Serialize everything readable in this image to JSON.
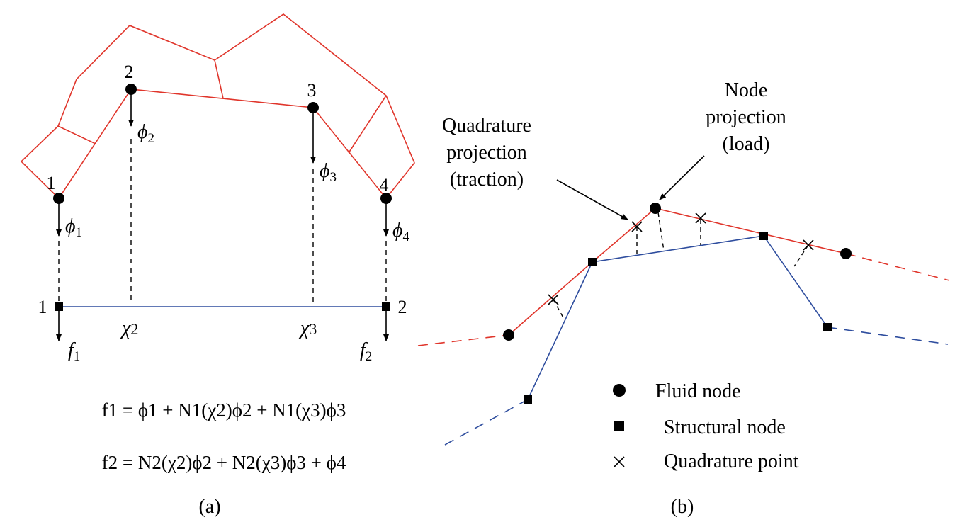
{
  "colors": {
    "fluid": "#e0352b",
    "structure": "#2e4d9e",
    "ink": "#000000"
  },
  "panel_a": {
    "fluid_node_labels": [
      "1",
      "2",
      "3",
      "4"
    ],
    "struct_node_labels": [
      "1",
      "2"
    ],
    "phi_labels": [
      {
        "sym": "ϕ",
        "sub": "1"
      },
      {
        "sym": "ϕ",
        "sub": "2"
      },
      {
        "sym": "ϕ",
        "sub": "3"
      },
      {
        "sym": "ϕ",
        "sub": "4"
      }
    ],
    "chi_labels": [
      {
        "sym": "χ",
        "sub": "2"
      },
      {
        "sym": "χ",
        "sub": "3"
      }
    ],
    "force_labels": [
      {
        "sym": "f",
        "sub": "1"
      },
      {
        "sym": "f",
        "sub": "2"
      }
    ],
    "equations": [
      "f1 = ϕ1 + N1(χ2)ϕ2 + N1(χ3)ϕ3",
      "f2 = N2(χ2)ϕ2 + N2(χ3)ϕ3 + ϕ4"
    ],
    "caption": "(a)"
  },
  "panel_b": {
    "quadrature_annotation": [
      "Quadrature",
      "projection",
      "(traction)"
    ],
    "node_annotation": [
      "Node",
      "projection",
      "(load)"
    ],
    "legend": [
      {
        "icon": "circle",
        "label": "Fluid node"
      },
      {
        "icon": "square",
        "label": "Structural node"
      },
      {
        "icon": "cross",
        "label": "Quadrature point"
      }
    ],
    "caption": "(b)"
  }
}
